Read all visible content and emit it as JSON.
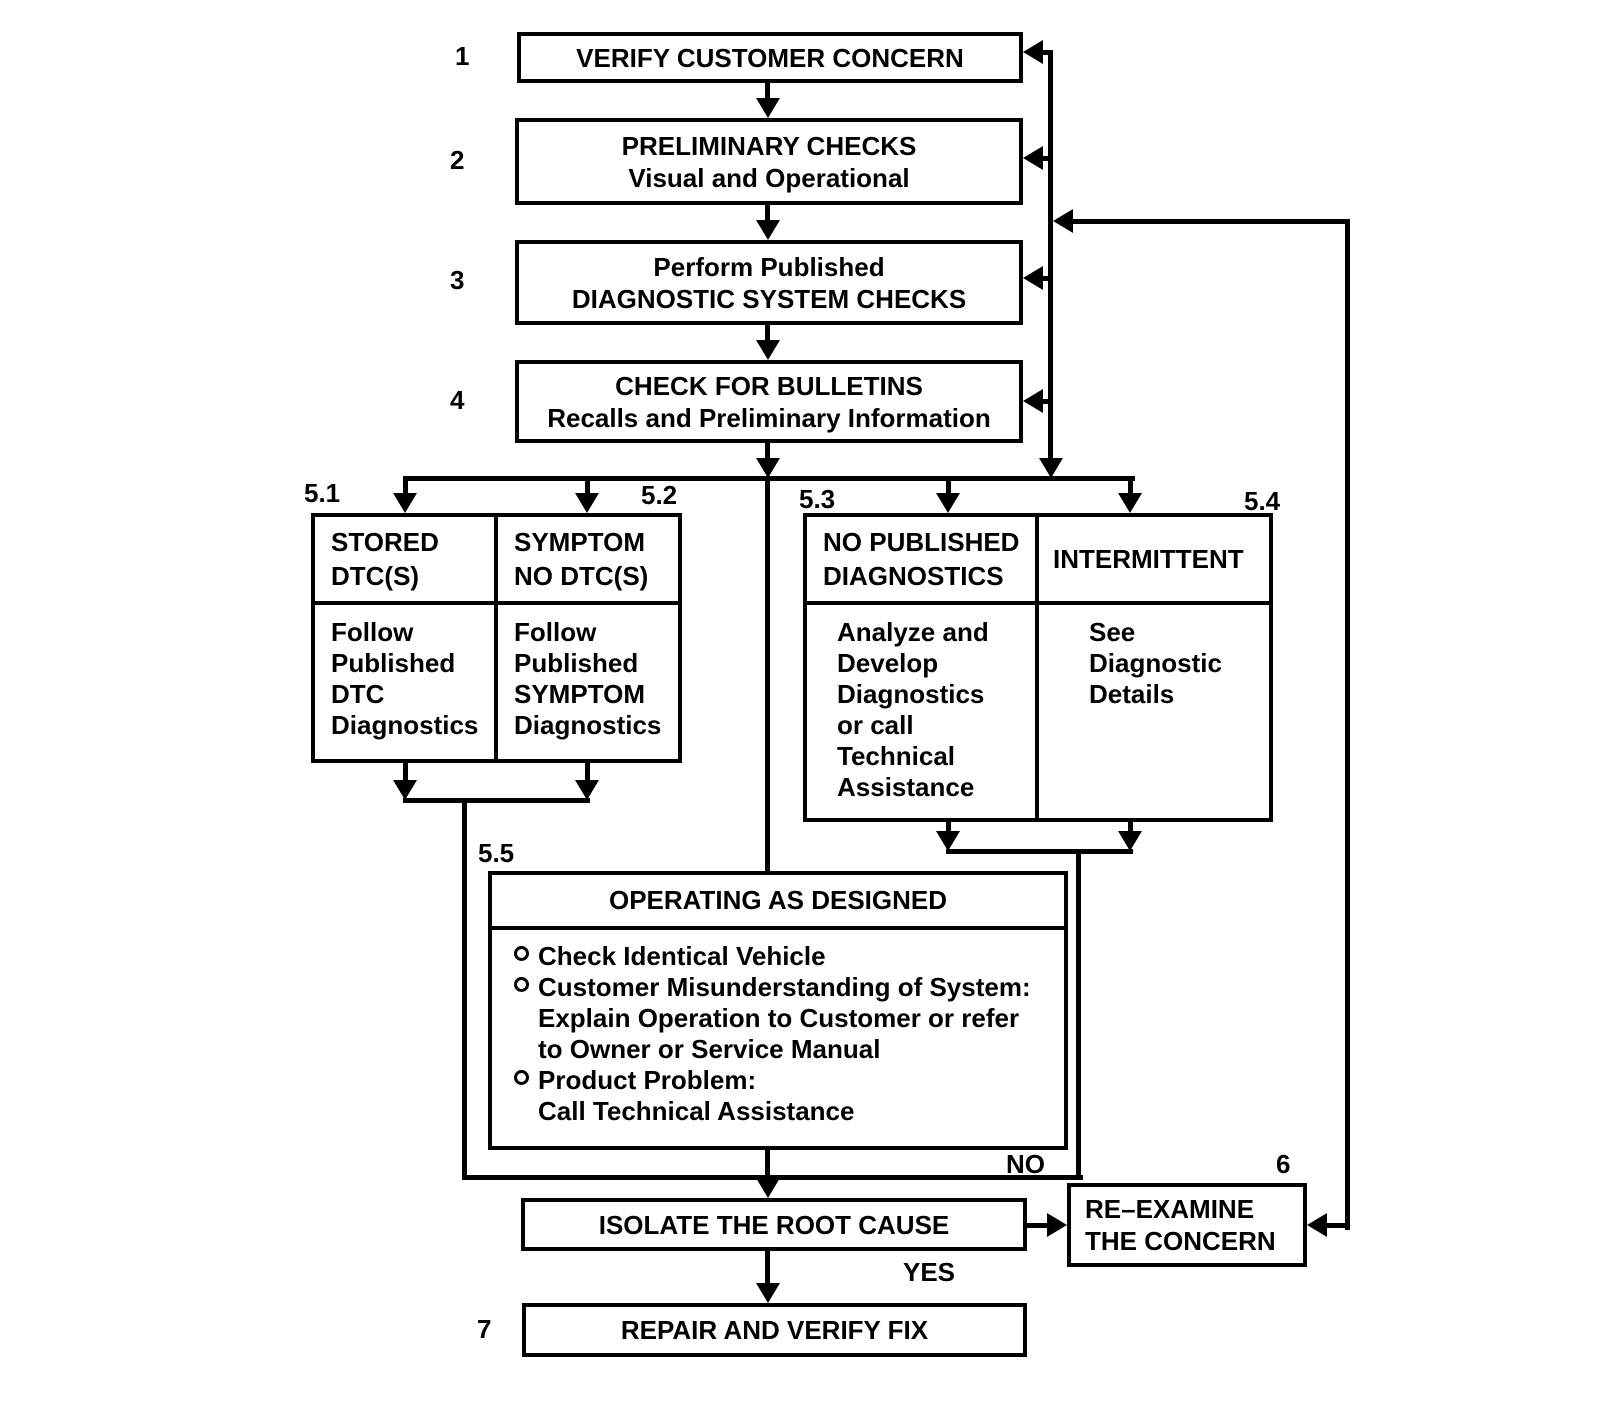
{
  "steps": {
    "s1": {
      "num": "1",
      "l1": "VERIFY CUSTOMER CONCERN"
    },
    "s2": {
      "num": "2",
      "l1": "PRELIMINARY CHECKS",
      "l2": "Visual and Operational"
    },
    "s3": {
      "num": "3",
      "l1": "Perform Published",
      "l2": "DIAGNOSTIC SYSTEM CHECKS"
    },
    "s4": {
      "num": "4",
      "l1": "CHECK FOR BULLETINS",
      "l2": "Recalls and Preliminary Information"
    }
  },
  "branch51": {
    "num": "5.1",
    "h1": "STORED",
    "h2": "DTC(S)",
    "b1": "Follow",
    "b2": "Published",
    "b3": "DTC",
    "b4": "Diagnostics"
  },
  "branch52": {
    "num": "5.2",
    "h1": "SYMPTOM",
    "h2": "NO DTC(S)",
    "b1": "Follow",
    "b2": "Published",
    "b3": "SYMPTOM",
    "b4": "Diagnostics"
  },
  "branch53": {
    "num": "5.3",
    "h1": "NO PUBLISHED",
    "h2": "DIAGNOSTICS",
    "b1": "Analyze and",
    "b2": "Develop",
    "b3": "Diagnostics",
    "b4": "or call",
    "b5": "Technical",
    "b6": "Assistance"
  },
  "branch54": {
    "num": "5.4",
    "h1": "INTERMITTENT",
    "b1": "See",
    "b2": "Diagnostic",
    "b3": "Details"
  },
  "operating": {
    "num": "5.5",
    "title": "OPERATING AS DESIGNED",
    "i1": "Check Identical Vehicle",
    "i2": "Customer Misunderstanding of System:",
    "i2b": "Explain Operation to Customer or refer",
    "i2c": "to Owner or Service Manual",
    "i3": "Product Problem:",
    "i3b": "Call Technical Assistance"
  },
  "isolate": {
    "label": "ISOLATE THE ROOT CAUSE"
  },
  "reexamine": {
    "num": "6",
    "l1": "RE–EXAMINE",
    "l2": "THE CONCERN"
  },
  "repair": {
    "num": "7",
    "label": "REPAIR AND VERIFY FIX"
  },
  "edges": {
    "no": "NO",
    "yes": "YES"
  },
  "colors": {
    "line": "#000000",
    "background": "#ffffff"
  }
}
